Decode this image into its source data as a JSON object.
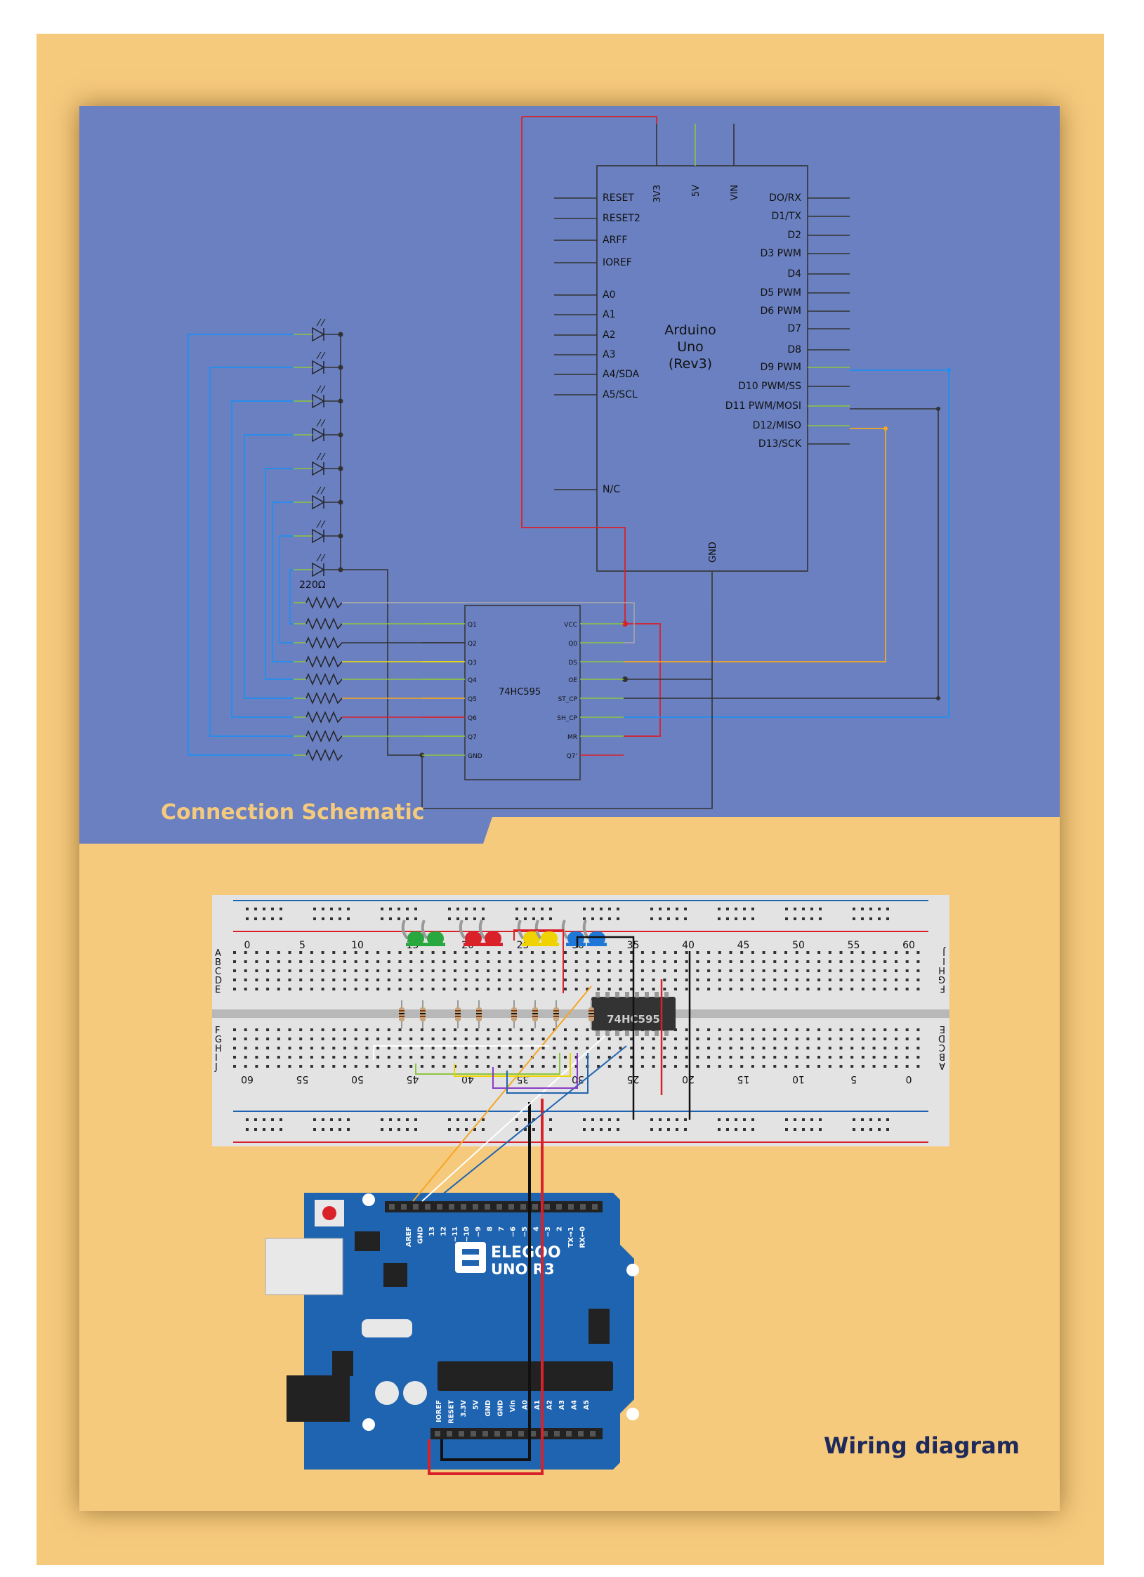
{
  "captions": {
    "schematic": "Connection Schematic",
    "wiring": "Wiring diagram"
  },
  "arduino": {
    "name": [
      "Arduino",
      "Uno",
      "(Rev3)"
    ],
    "top_pins": [
      "3V3",
      "5V",
      "VIN"
    ],
    "left_pins": [
      "RESET",
      "RESET2",
      "ARFF",
      "IOREF",
      "A0",
      "A1",
      "A2",
      "A3",
      "A4/SDA",
      "A5/SCL",
      "N/C"
    ],
    "right_pins": [
      "DO/RX",
      "D1/TX",
      "D2",
      "D3 PWM",
      "D4",
      "D5 PWM",
      "D6 PWM",
      "D7",
      "D8",
      "D9 PWM",
      "D10 PWM/SS",
      "D11 PWM/MOSI",
      "D12/MISO",
      "D13/SCK"
    ],
    "bottom_pin": "GND"
  },
  "shift_register": {
    "name": "74HC595",
    "left_pins": [
      "Q1",
      "Q2",
      "Q3",
      "Q4",
      "Q5",
      "Q6",
      "Q7",
      "GND"
    ],
    "right_pins": [
      "VCC",
      "Q0",
      "DS",
      "OE",
      "ST_CP",
      "SH_CP",
      "MR",
      "Q7'"
    ]
  },
  "resistor_label": "220Ω",
  "breadboard": {
    "top_numbers": [
      "0",
      "5",
      "10",
      "15",
      "20",
      "25",
      "30",
      "35",
      "40",
      "45",
      "50",
      "55",
      "60"
    ],
    "bottom_numbers": [
      "60",
      "55",
      "50",
      "45",
      "40",
      "35",
      "30",
      "25",
      "20",
      "15",
      "10",
      "5",
      "0"
    ],
    "row_letters_left_top": [
      "A",
      "B",
      "C",
      "D",
      "E"
    ],
    "row_letters_left_bottom": [
      "F",
      "G",
      "H",
      "I",
      "J"
    ],
    "row_letters_right_top": [
      "J",
      "I",
      "H",
      "G",
      "F"
    ],
    "row_letters_right_bottom": [
      "E",
      "D",
      "C",
      "B",
      "A"
    ],
    "chip_label": "74HC595"
  },
  "board": {
    "brand": "ELEGOO",
    "model": "UNO R3",
    "header_top": [
      "AREF",
      "GND",
      "13",
      "12",
      "~11",
      "~10",
      "~9",
      "8",
      "7",
      "~6",
      "~5",
      "4",
      "~3",
      "2",
      "TX→1",
      "RX←0"
    ],
    "header_bottom": [
      "IOREF",
      "RESET",
      "3.3V",
      "5V",
      "GND",
      "GND",
      "Vin",
      "A0",
      "A1",
      "A2",
      "A3",
      "A4",
      "A5"
    ]
  },
  "colors": {
    "outer_background": "#f6ca7c",
    "schematic_panel": "#6a80c0",
    "caption_schematic": "#f6ca7c",
    "caption_wiring": "#1e2a5c",
    "board_blue": "#1f64b0",
    "led_colors": [
      "#2aa840",
      "#2aa840",
      "#d9212a",
      "#d9212a",
      "#f0d200",
      "#f0d200",
      "#1f78d8",
      "#1f78d8"
    ]
  }
}
